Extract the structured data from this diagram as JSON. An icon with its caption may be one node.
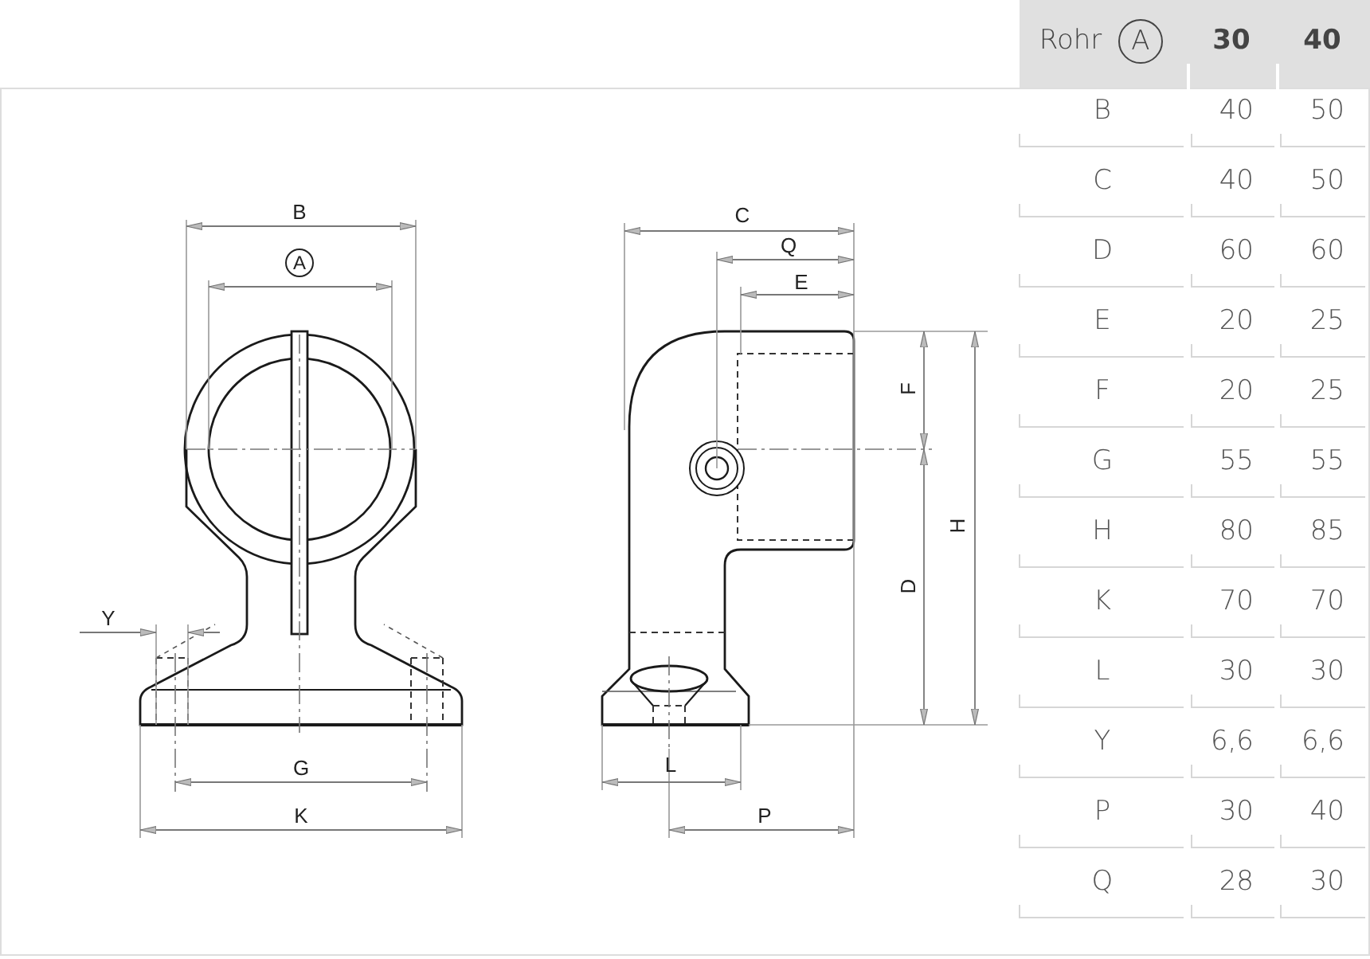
{
  "diagram": {
    "labels": [
      "B",
      "A",
      "Y",
      "G",
      "K",
      "C",
      "Q",
      "E",
      "F",
      "H",
      "D",
      "L",
      "P",
      "Rohr",
      "A",
      "30",
      "40",
      "B",
      "40",
      "50",
      "C",
      "40",
      "50",
      "D",
      "60",
      "60",
      "E",
      "20",
      "25",
      "F",
      "20",
      "25",
      "G",
      "55",
      "55",
      "H",
      "80",
      "85",
      "K",
      "70",
      "70",
      "L",
      "30",
      "30",
      "Y",
      "6,6",
      "6,6",
      "P",
      "30",
      "40",
      "Q",
      "28",
      "30"
    ]
  }
}
